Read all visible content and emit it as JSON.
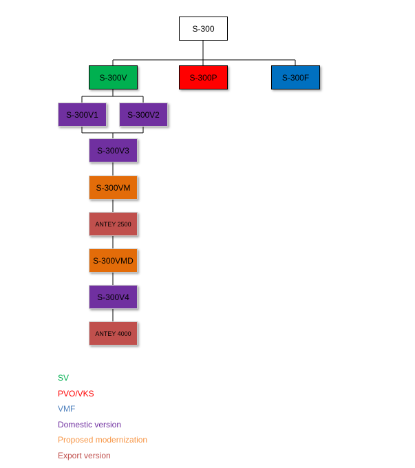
{
  "colors": {
    "sv": "#00b050",
    "pvo": "#ff0000",
    "vmf": "#0070c0",
    "domestic": "#7030a0",
    "proposed": "#e36c09",
    "export": "#c0504d",
    "root": "#ffffff"
  },
  "nodes": {
    "root": "S-300",
    "s300v": "S-300V",
    "s300p": "S-300P",
    "s300f": "S-300F",
    "s300v1": "S-300V1",
    "s300v2": "S-300V2",
    "s300v3": "S-300V3",
    "s300vm": "S-300VM",
    "antey2500": "ANTEY 2500",
    "s300vmd": "S-300VMD",
    "s300v4": "S-300V4",
    "antey4000": "ANTEY 4000"
  },
  "legend": [
    {
      "label": "SV",
      "color": "#00b050"
    },
    {
      "label": "PVO/VKS",
      "color": "#ff0000"
    },
    {
      "label": "VMF",
      "color": "#4f81bd"
    },
    {
      "label": "Domestic version",
      "color": "#7030a0"
    },
    {
      "label": "Proposed modernization",
      "color": "#f79646"
    },
    {
      "label": "Export version",
      "color": "#c0504d"
    }
  ]
}
